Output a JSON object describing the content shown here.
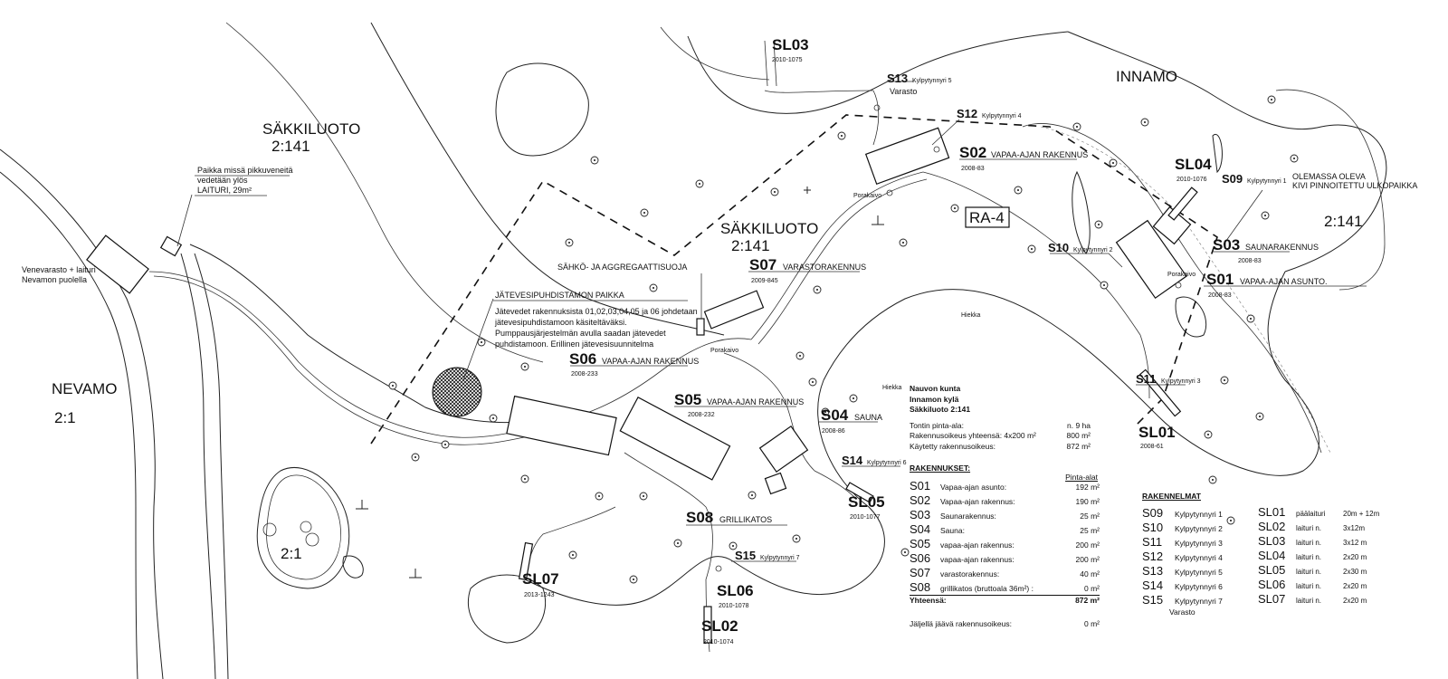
{
  "areas": {
    "nevamo": {
      "name": "NEVAMO",
      "num": "2:1"
    },
    "sakkiluoto_nw": {
      "name": "SÄKKILUOTO",
      "num": "2:141"
    },
    "sakkiluoto_c": {
      "name": "SÄKKILUOTO",
      "num": "2:141"
    },
    "innamo": {
      "name": "INNAMO"
    },
    "east_num": "2:141",
    "islet_num": "2:1",
    "zone": "RA-4"
  },
  "notes": {
    "boat_shed": [
      "Venevarasto + laituri",
      "Nevamon puolella"
    ],
    "small_boats": [
      "Paikka missä pikkuveneitä",
      "vedetään ylös"
    ],
    "pier_west": "LAITURI, 29m²",
    "power_shed": "SÄHKÖ- JA AGGREGAATTISUOJA",
    "wastewater_title": "JÄTEVESIPUHDISTAMON PAIKKA",
    "wastewater_text": [
      "Jätevedet rakennuksista 01,02,03,04,05 ja 06 johdetaan",
      "jätevesipuhdistamoon käsiteltäväksi.",
      "Pumppausjärjestelmän avulla saadan jätevedet",
      "puhdistamoon. Erillinen jätevesisuunnitelma"
    ],
    "ext_pier": [
      "OLEMASSA OLEVA",
      "KIVI PINNOITETTU ULKOPAIKKA"
    ],
    "porakaivo": "Porakaivo",
    "hiekka": "Hiekka",
    "varasto": "Varasto"
  },
  "buildings": [
    {
      "code": "S01",
      "type": "VAPAA-AJAN ASUNTO.",
      "year": "2008-83"
    },
    {
      "code": "S02",
      "type": "VAPAA-AJAN RAKENNUS",
      "year": "2008-83"
    },
    {
      "code": "S03",
      "type": "SAUNARAKENNUS",
      "year": "2008-83"
    },
    {
      "code": "S04",
      "type": "SAUNA",
      "year": "2008-86"
    },
    {
      "code": "S05",
      "type": "VAPAA-AJAN RAKENNUS",
      "year": "2008-232"
    },
    {
      "code": "S06",
      "type": "VAPAA-AJAN RAKENNUS",
      "year": "2008-233"
    },
    {
      "code": "S07",
      "type": "VARASTORAKENNUS",
      "year": "2009-845"
    },
    {
      "code": "S08",
      "type": "GRILLIKATOS"
    }
  ],
  "tubs": [
    {
      "code": "S09",
      "label": "Kylpytynnyri 1"
    },
    {
      "code": "S10",
      "label": "Kylpytynnyri 2"
    },
    {
      "code": "S11",
      "label": "Kylpytynnyri 3"
    },
    {
      "code": "S12",
      "label": "Kylpytynnyri 4"
    },
    {
      "code": "S13",
      "label": "Kylpytynnyri 5"
    },
    {
      "code": "S14",
      "label": "Kylpytynnyri 6"
    },
    {
      "code": "S15",
      "label": "Kylpytynnyri 7"
    }
  ],
  "piers": [
    {
      "code": "SL01",
      "year": "2008-61",
      "desc": "päälaituri",
      "size": "20m + 12m"
    },
    {
      "code": "SL02",
      "year": "2010-1074",
      "desc": "laituri n.",
      "size": "3x12m"
    },
    {
      "code": "SL03",
      "year": "2010-1075",
      "desc": "laituri n.",
      "size": "3x12 m"
    },
    {
      "code": "SL04",
      "year": "2010-1076",
      "desc": "laituri n.",
      "size": "2x20 m"
    },
    {
      "code": "SL05",
      "year": "2010-1077",
      "desc": "laituri n.",
      "size": "2x30 m"
    },
    {
      "code": "SL06",
      "year": "2010-1078",
      "desc": "laituri n.",
      "size": "2x20 m"
    },
    {
      "code": "SL07",
      "year": "2013-1243",
      "desc": "laituri n.",
      "size": "2x20 m"
    }
  ],
  "info": {
    "municipality": "Nauvon kunta",
    "village": "Innamon kylä",
    "property": "Säkkiluoto 2:141",
    "plot_label": "Tontin pinta-ala:",
    "plot_value": "n. 9 ha",
    "right_label": "Rakennusoikeus yhteensä: 4x200 m²",
    "right_value": "800 m²",
    "used_label": "Käytetty rakennusoikeus:",
    "used_value": "872 m²"
  },
  "building_table": {
    "header": "RAKENNUKSET:",
    "area_header": "Pinta-alat",
    "rows": [
      {
        "code": "S01",
        "desc": "Vapaa-ajan asunto:",
        "area": "192 m²"
      },
      {
        "code": "S02",
        "desc": "Vapaa-ajan rakennus:",
        "area": "190 m²"
      },
      {
        "code": "S03",
        "desc": "Saunarakennus:",
        "area": "25 m²"
      },
      {
        "code": "S04",
        "desc": "Sauna:",
        "area": "25 m²"
      },
      {
        "code": "S05",
        "desc": "vapaa-ajan rakennus:",
        "area": "200 m²"
      },
      {
        "code": "S06",
        "desc": "vapaa-ajan rakennus:",
        "area": "200 m²"
      },
      {
        "code": "S07",
        "desc": "varastorakennus:",
        "area": "40 m²"
      },
      {
        "code": "S08",
        "desc": "grillikatos (bruttoala 36m²) :",
        "area": "0 m²"
      }
    ],
    "total_label": "Yhteensä:",
    "total_value": "872 m²",
    "remaining_label": "Jäljellä jäävä rakennusoikeus:",
    "remaining_value": "0 m²"
  },
  "rakennelmat": {
    "header": "RAKENNELMAT",
    "extra": "Varasto"
  }
}
